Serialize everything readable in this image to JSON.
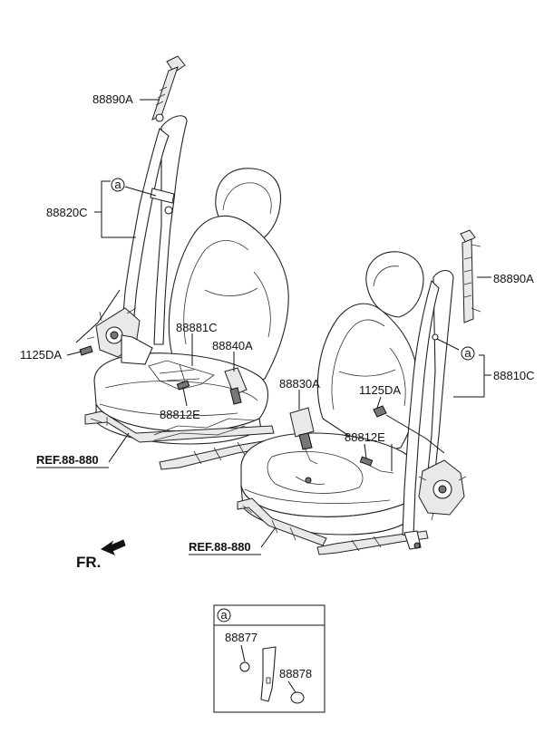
{
  "labels": {
    "p88890A_left": "88890A",
    "p88820C": "88820C",
    "p1125DA_left": "1125DA",
    "p88881C": "88881C",
    "p88840A": "88840A",
    "p88812E_left": "88812E",
    "p88830A": "88830A",
    "p1125DA_right": "1125DA",
    "p88812E_right": "88812E",
    "p88890A_right": "88890A",
    "p88810C": "88810C",
    "p88877": "88877",
    "p88878": "88878",
    "callout_a_left": "a",
    "callout_a_right": "a",
    "inset_a": "a"
  },
  "refs": {
    "ref_left": "REF.88-880",
    "ref_right": "REF.88-880"
  },
  "direction": {
    "front": "FR."
  }
}
